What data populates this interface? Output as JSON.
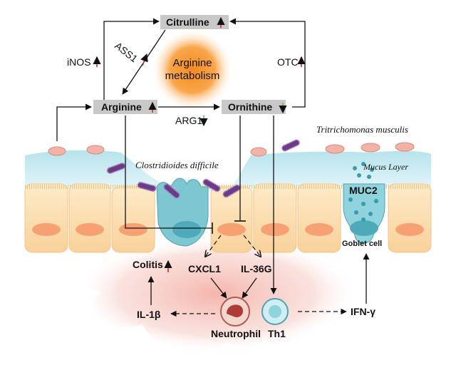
{
  "diagram": {
    "center_title_line1": "Arginine",
    "center_title_line2": "metabolism",
    "metabolites": {
      "citrulline": "Citrulline",
      "arginine": "Arginine",
      "ornithine": "Ornithine"
    },
    "enzymes": {
      "inos": "iNOS",
      "ass1": "ASS1",
      "otc": "OTC",
      "arg1": "ARG1"
    },
    "organisms": {
      "tritrichomonas": "Tritrichomonas musculis",
      "clostridioides": "Clostridioides difficile"
    },
    "tissue": {
      "mucus_layer": "Mucus Layer",
      "muc2": "MUC2",
      "goblet_cell": "Goblet cell"
    },
    "immune": {
      "colitis": "Colitis",
      "cxcl1": "CXCL1",
      "il36g": "IL-36G",
      "il1b": "IL-1β",
      "neutrophil": "Neutrophil",
      "th1": "Th1",
      "ifng": "IFN-γ"
    },
    "colors": {
      "up_arrow": "#e02020",
      "down_arrow": "#6cc02a",
      "label_box": "#c8c8c8",
      "mucus": "#bfe6ee",
      "epithelium": "#fbd9a6",
      "nucleus": "#f7a071",
      "goblet": "#5fb9c6",
      "inflammation": "#f6c0b8",
      "orange_glow": "#f7931e"
    }
  }
}
